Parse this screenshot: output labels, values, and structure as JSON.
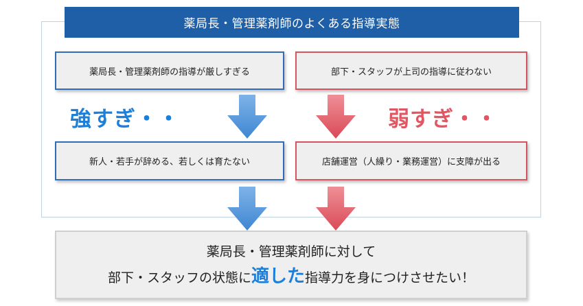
{
  "title": "薬局長・管理薬剤師のよくある指導実態",
  "left": {
    "top_box": "薬局長・管理薬剤師の指導が厳しすぎる",
    "label": "強すぎ・・",
    "result_box": "新人・若手が辞める、若しくは育たない",
    "color": "#2f6eb6",
    "label_color": "#1e7fd8"
  },
  "right": {
    "top_box": "部下・スタッフが上司の指導に従わない",
    "label": "弱すぎ・・",
    "result_box": "店舗運営（人繰り・業務運営）に支障が出る",
    "color": "#d5545f",
    "label_color": "#e05663"
  },
  "conclusion": {
    "line1": "薬局長・管理薬剤師に対して",
    "line2_before": "部下・スタッフの状態に",
    "line2_emphasis": "適した",
    "line2_after": "指導力を身につけさせたい！"
  },
  "colors": {
    "title_bg": "#1f5fa8",
    "blue_arrow": "#4a90d9",
    "red_arrow": "#e05663"
  }
}
